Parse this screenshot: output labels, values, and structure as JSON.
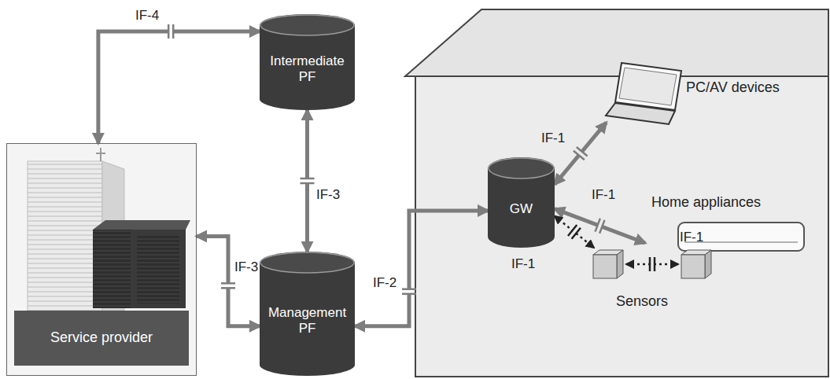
{
  "diagram": {
    "nodes": [
      {
        "text": [
          "Intermediate PF"
        ]
      },
      {
        "text": [
          "Service provider"
        ]
      },
      {
        "text": [
          "Management PF"
        ]
      },
      {
        "text": [
          "GW"
        ]
      },
      {
        "text": [
          "PC/AV devices"
        ]
      },
      {
        "text": [
          "Home appliances"
        ]
      },
      {
        "text": [
          "Sensors"
        ]
      }
    ],
    "edges": [
      {
        "from": 1,
        "to": 0,
        "arrow": "both",
        "label": "IF-4"
      },
      {
        "from": 0,
        "to": 2,
        "arrow": "both",
        "label": "IF-3"
      },
      {
        "from": 1,
        "to": 2,
        "arrow": "both",
        "label": "IF-3"
      },
      {
        "from": 2,
        "to": 3,
        "arrow": "both",
        "label": "IF-2"
      },
      {
        "from": 3,
        "to": 4,
        "arrow": "both",
        "label": "IF-1"
      },
      {
        "from": 3,
        "to": 5,
        "arrow": "both",
        "label": "IF-1"
      },
      {
        "from": 3,
        "to": 6,
        "arrow": "both",
        "label": "IF-1"
      }
    ],
    "labels": [
      "IF-1"
    ]
  }
}
